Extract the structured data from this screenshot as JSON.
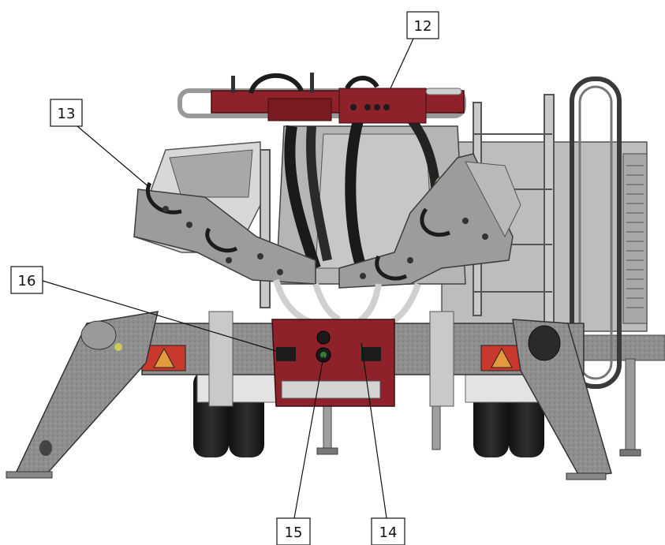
{
  "colors": {
    "body_red": "#8e2129",
    "galvanized": "#8c8c8c",
    "panel_grey": "#a9a9a9",
    "dark": "#1c1c1c",
    "light_grey": "#cfcfcf",
    "lamp_red": "#c8382d",
    "lamp_orange": "#e39a3a",
    "accent_yellow": "#f1f08a"
  },
  "callouts": [
    {
      "id": "12",
      "label": "12",
      "part": "top-frame"
    },
    {
      "id": "13",
      "label": "13",
      "part": "left-arm"
    },
    {
      "id": "16",
      "label": "16",
      "part": "left-beam"
    },
    {
      "id": "15",
      "label": "15",
      "part": "hydraulic-coupler"
    },
    {
      "id": "14",
      "label": "14",
      "part": "rear-plate"
    }
  ]
}
